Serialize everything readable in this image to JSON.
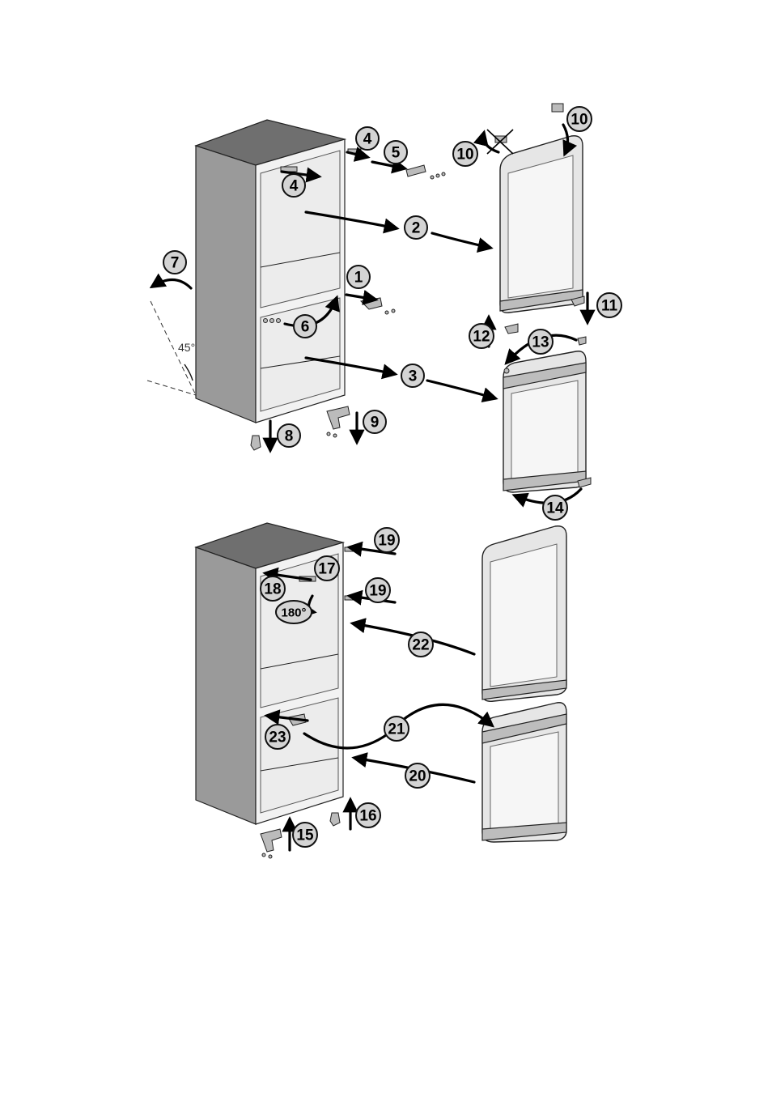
{
  "angle_label": "45°",
  "rotation_label": "180°",
  "callouts_top": {
    "c1": "1",
    "c2": "2",
    "c3": "3",
    "c4a": "4",
    "c4b": "4",
    "c5": "5",
    "c6": "6",
    "c7": "7",
    "c8": "8",
    "c9": "9",
    "c10a": "10",
    "c10b": "10",
    "c11": "11",
    "c12": "12",
    "c13": "13",
    "c14": "14"
  },
  "callouts_bottom": {
    "c15": "15",
    "c16": "16",
    "c17": "17",
    "c18": "18",
    "c19a": "19",
    "c19b": "19",
    "c20": "20",
    "c21": "21",
    "c22": "22",
    "c23": "23"
  }
}
